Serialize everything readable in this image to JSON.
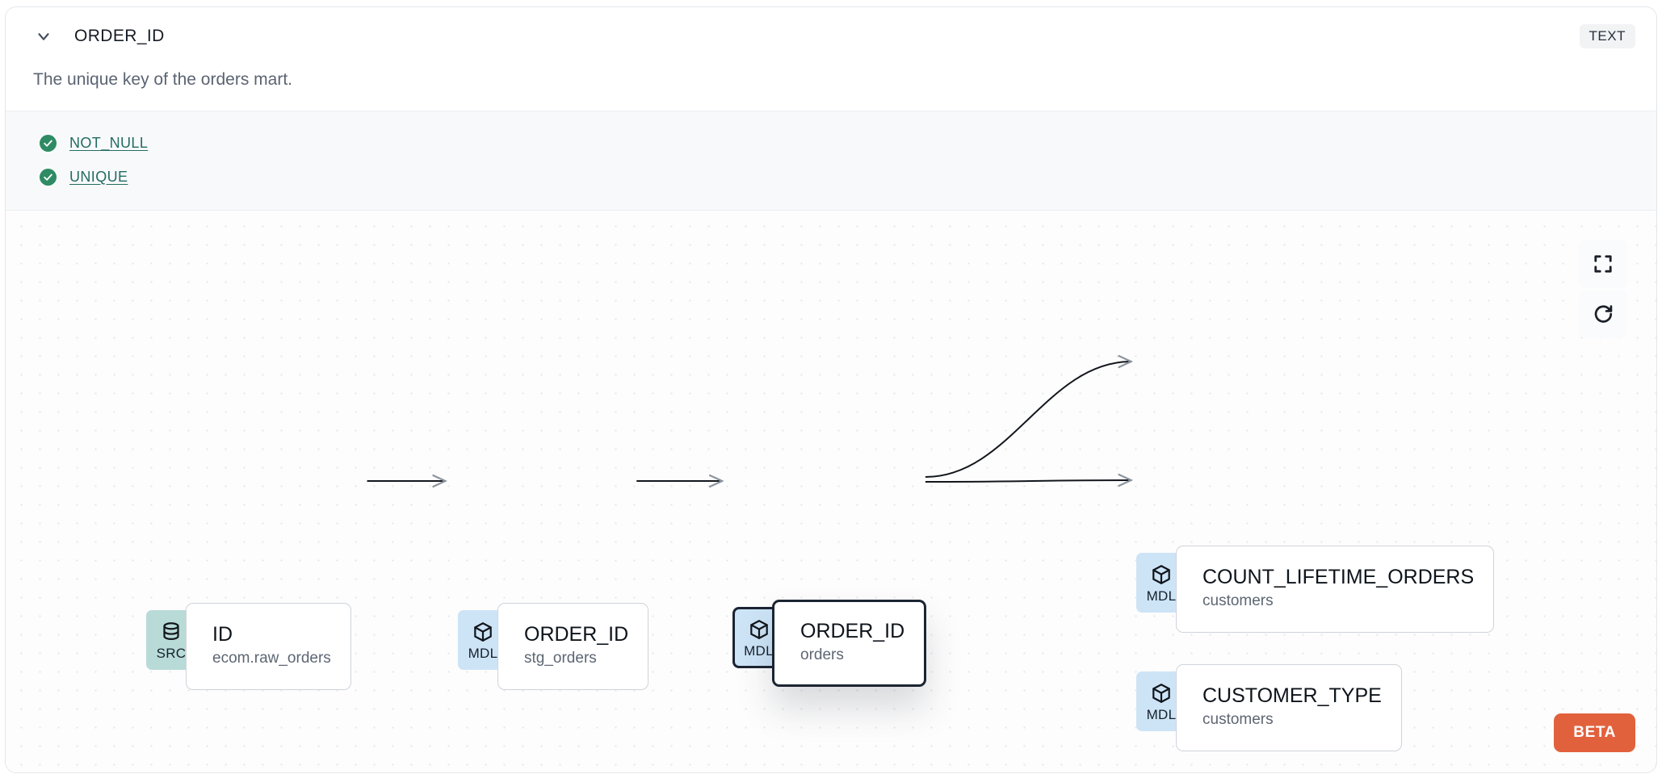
{
  "header": {
    "collapse_icon": "chevron-down-icon",
    "column_name": "ORDER_ID",
    "type_badge": "TEXT"
  },
  "description": "The unique key of the orders mart.",
  "tests": {
    "status_icon": "check-circle-icon",
    "status_color": "#2e8b63",
    "link_color": "#236b63",
    "items": [
      {
        "label": "NOT_NULL",
        "status": "passed"
      },
      {
        "label": "UNIQUE",
        "status": "passed"
      }
    ]
  },
  "lineage": {
    "controls": [
      {
        "name": "fit-view-button",
        "icon": "fullscreen-icon"
      },
      {
        "name": "reset-button",
        "icon": "refresh-icon"
      }
    ],
    "beta_label": "BETA",
    "beta_color": "#e2613d",
    "nodes": [
      {
        "id": "src-id",
        "badge": "SRC",
        "badge_icon": "database-icon",
        "badge_color": "#b9dbd8",
        "name": "ID",
        "subtitle": "ecom.raw_orders",
        "selected": false
      },
      {
        "id": "mdl-stg-orders",
        "badge": "MDL",
        "badge_icon": "cube-icon",
        "badge_color": "#cde4f7",
        "name": "ORDER_ID",
        "subtitle": "stg_orders",
        "selected": false
      },
      {
        "id": "mdl-orders",
        "badge": "MDL",
        "badge_icon": "cube-icon",
        "badge_color": "#cde4f7",
        "name": "ORDER_ID",
        "subtitle": "orders",
        "selected": true
      },
      {
        "id": "mdl-count-lifetime-orders",
        "badge": "MDL",
        "badge_icon": "cube-icon",
        "badge_color": "#cde4f7",
        "name": "COUNT_LIFETIME_ORDERS",
        "subtitle": "customers",
        "selected": false
      },
      {
        "id": "mdl-customer-type",
        "badge": "MDL",
        "badge_icon": "cube-icon",
        "badge_color": "#cde4f7",
        "name": "CUSTOMER_TYPE",
        "subtitle": "customers",
        "selected": false
      }
    ]
  }
}
